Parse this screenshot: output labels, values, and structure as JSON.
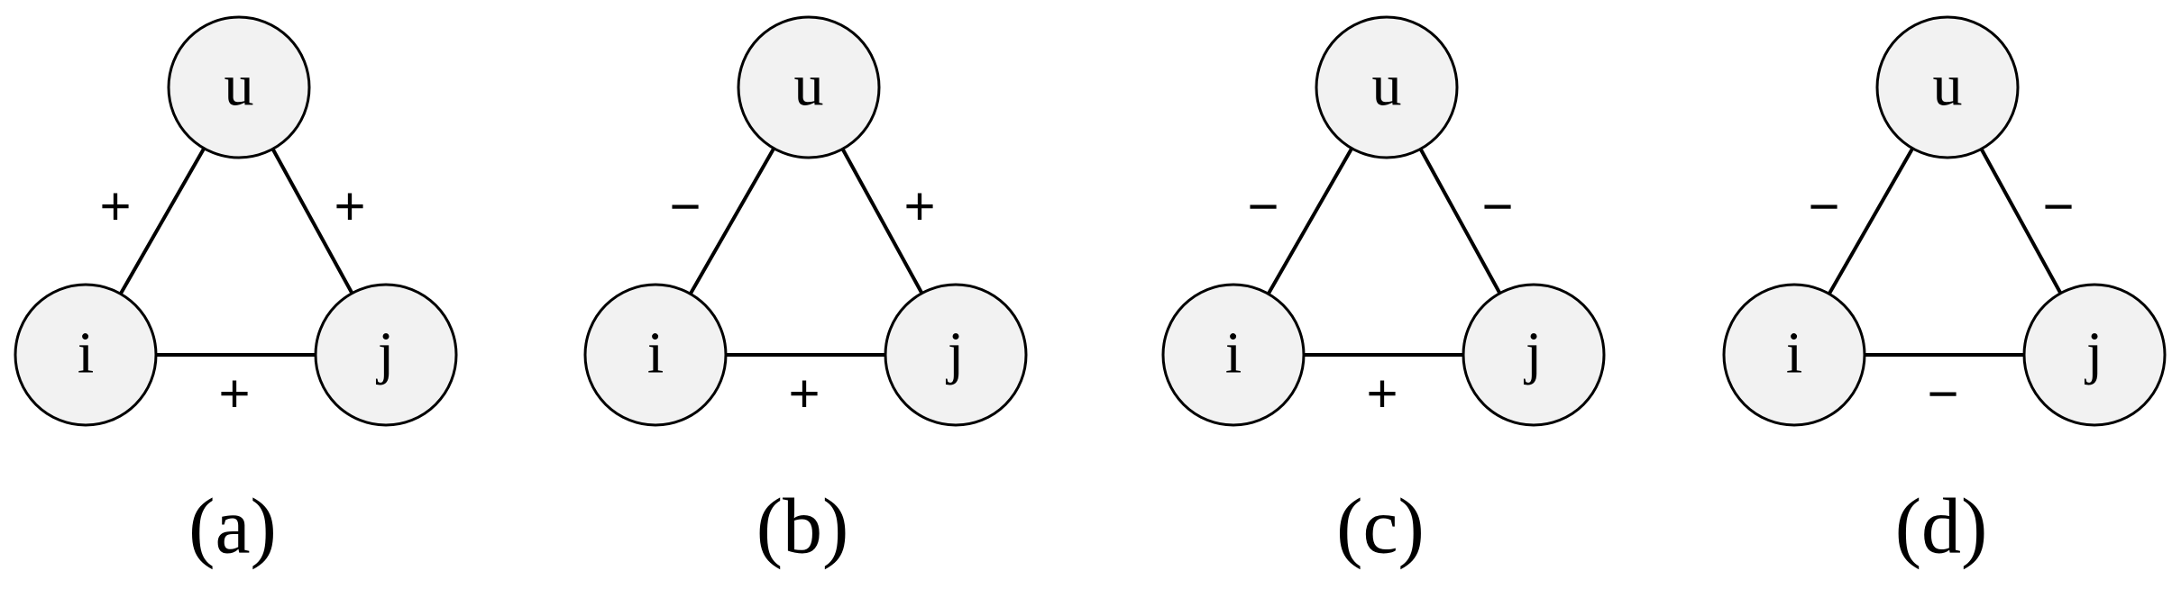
{
  "panels": [
    {
      "caption": "(a)",
      "nodes": {
        "u": "u",
        "i": "i",
        "j": "j"
      },
      "edges": {
        "ui": "+",
        "uj": "+",
        "ij": "+"
      }
    },
    {
      "caption": "(b)",
      "nodes": {
        "u": "u",
        "i": "i",
        "j": "j"
      },
      "edges": {
        "ui": "−",
        "uj": "+",
        "ij": "+"
      }
    },
    {
      "caption": "(c)",
      "nodes": {
        "u": "u",
        "i": "i",
        "j": "j"
      },
      "edges": {
        "ui": "−",
        "uj": "−",
        "ij": "+"
      }
    },
    {
      "caption": "(d)",
      "nodes": {
        "u": "u",
        "i": "i",
        "j": "j"
      },
      "edges": {
        "ui": "−",
        "uj": "−",
        "ij": "−"
      }
    }
  ]
}
